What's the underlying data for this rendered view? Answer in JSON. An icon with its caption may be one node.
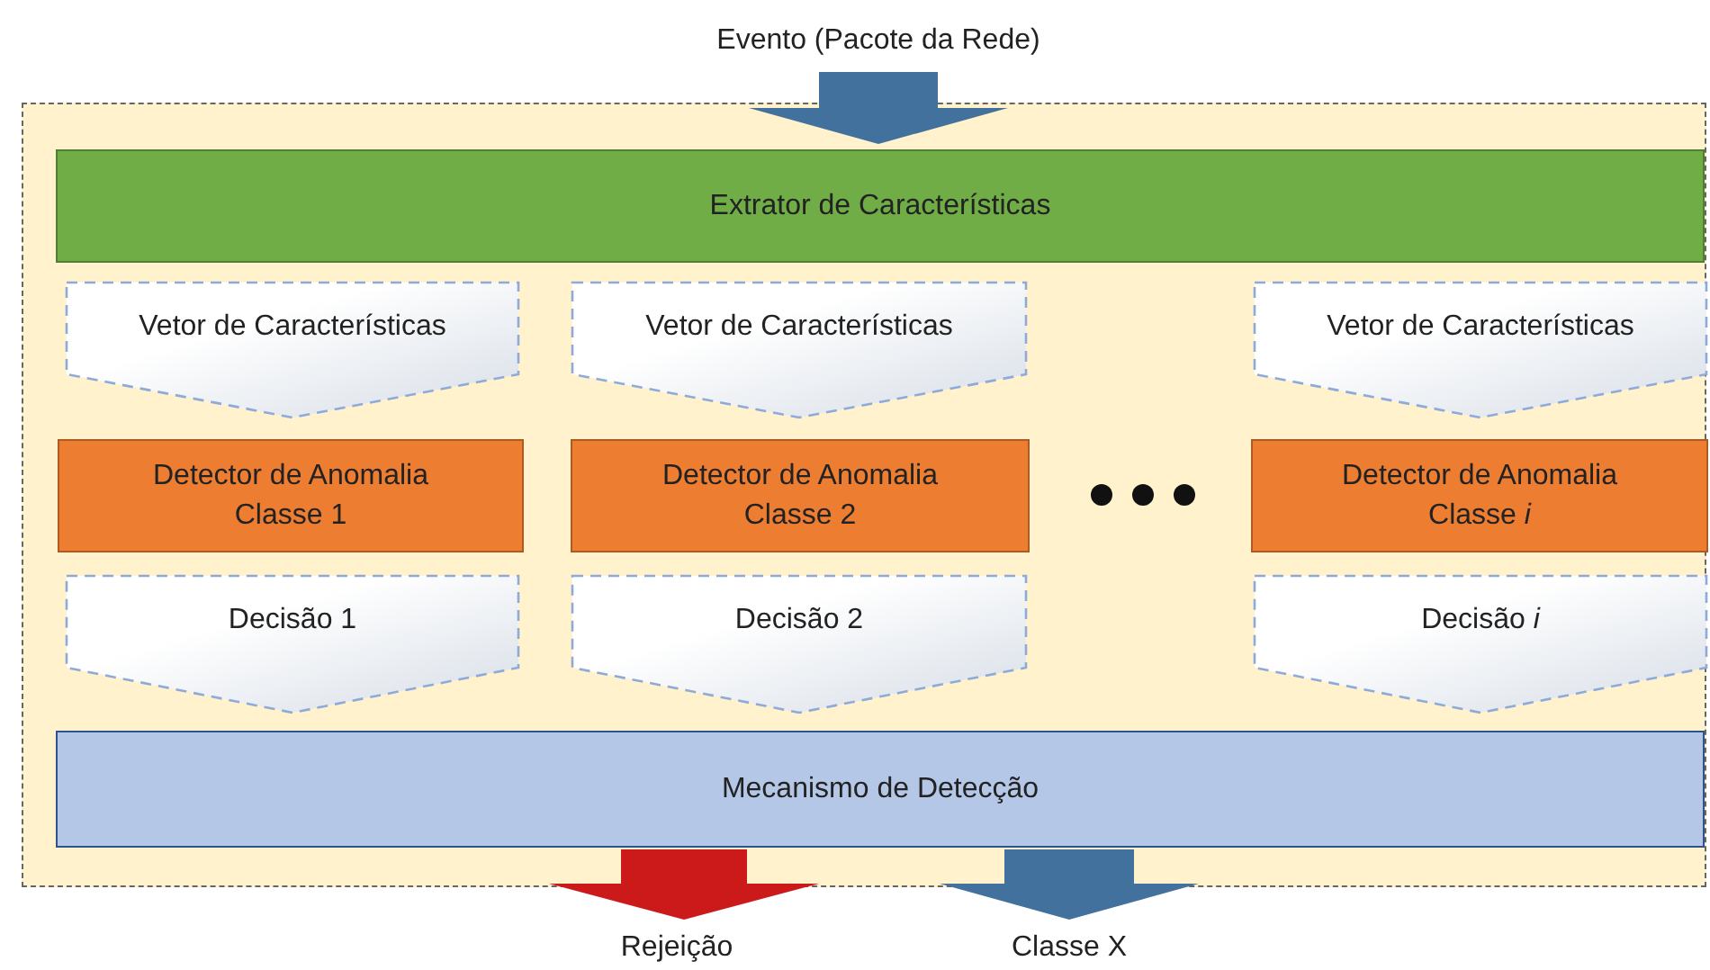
{
  "diagram": {
    "nodes": [
      {
        "text": [
          "Evento (Pacote da Rede)"
        ]
      },
      {
        "text": [],
        "shape": "box"
      },
      {
        "text": [
          "Extrator de Características"
        ],
        "in": 1
      },
      {
        "text": [
          "Vetor de Características"
        ],
        "in": 1
      },
      {
        "text": [
          "Vetor de Características"
        ],
        "in": 1
      },
      {
        "text": [
          "Vetor de Características"
        ],
        "in": 1
      },
      {
        "text": [
          "Detector de Anomalia Classe 1"
        ],
        "in": 1
      },
      {
        "text": [
          "Detector de Anomalia Classe 2"
        ],
        "in": 1
      },
      {
        "text": [
          "Detector de Anomalia Classe *i*"
        ],
        "in": 1
      },
      {
        "text": [
          "Decisão 1"
        ],
        "in": 1
      },
      {
        "text": [
          "Decisão 2"
        ],
        "in": 1
      },
      {
        "text": [
          "Decisão *i*"
        ],
        "in": 1
      },
      {
        "text": [
          "Mecanismo de Detecção"
        ],
        "in": 1
      },
      {
        "text": [
          "Rejeição"
        ]
      },
      {
        "text": [
          "Classe X"
        ]
      }
    ],
    "edges": [
      {
        "from": 0,
        "to": 2,
        "arrow": "to"
      },
      {
        "from": 12,
        "to": 13,
        "arrow": "to",
        "color": "#cc1a1a"
      },
      {
        "from": 12,
        "to": 14,
        "arrow": "to"
      }
    ]
  }
}
